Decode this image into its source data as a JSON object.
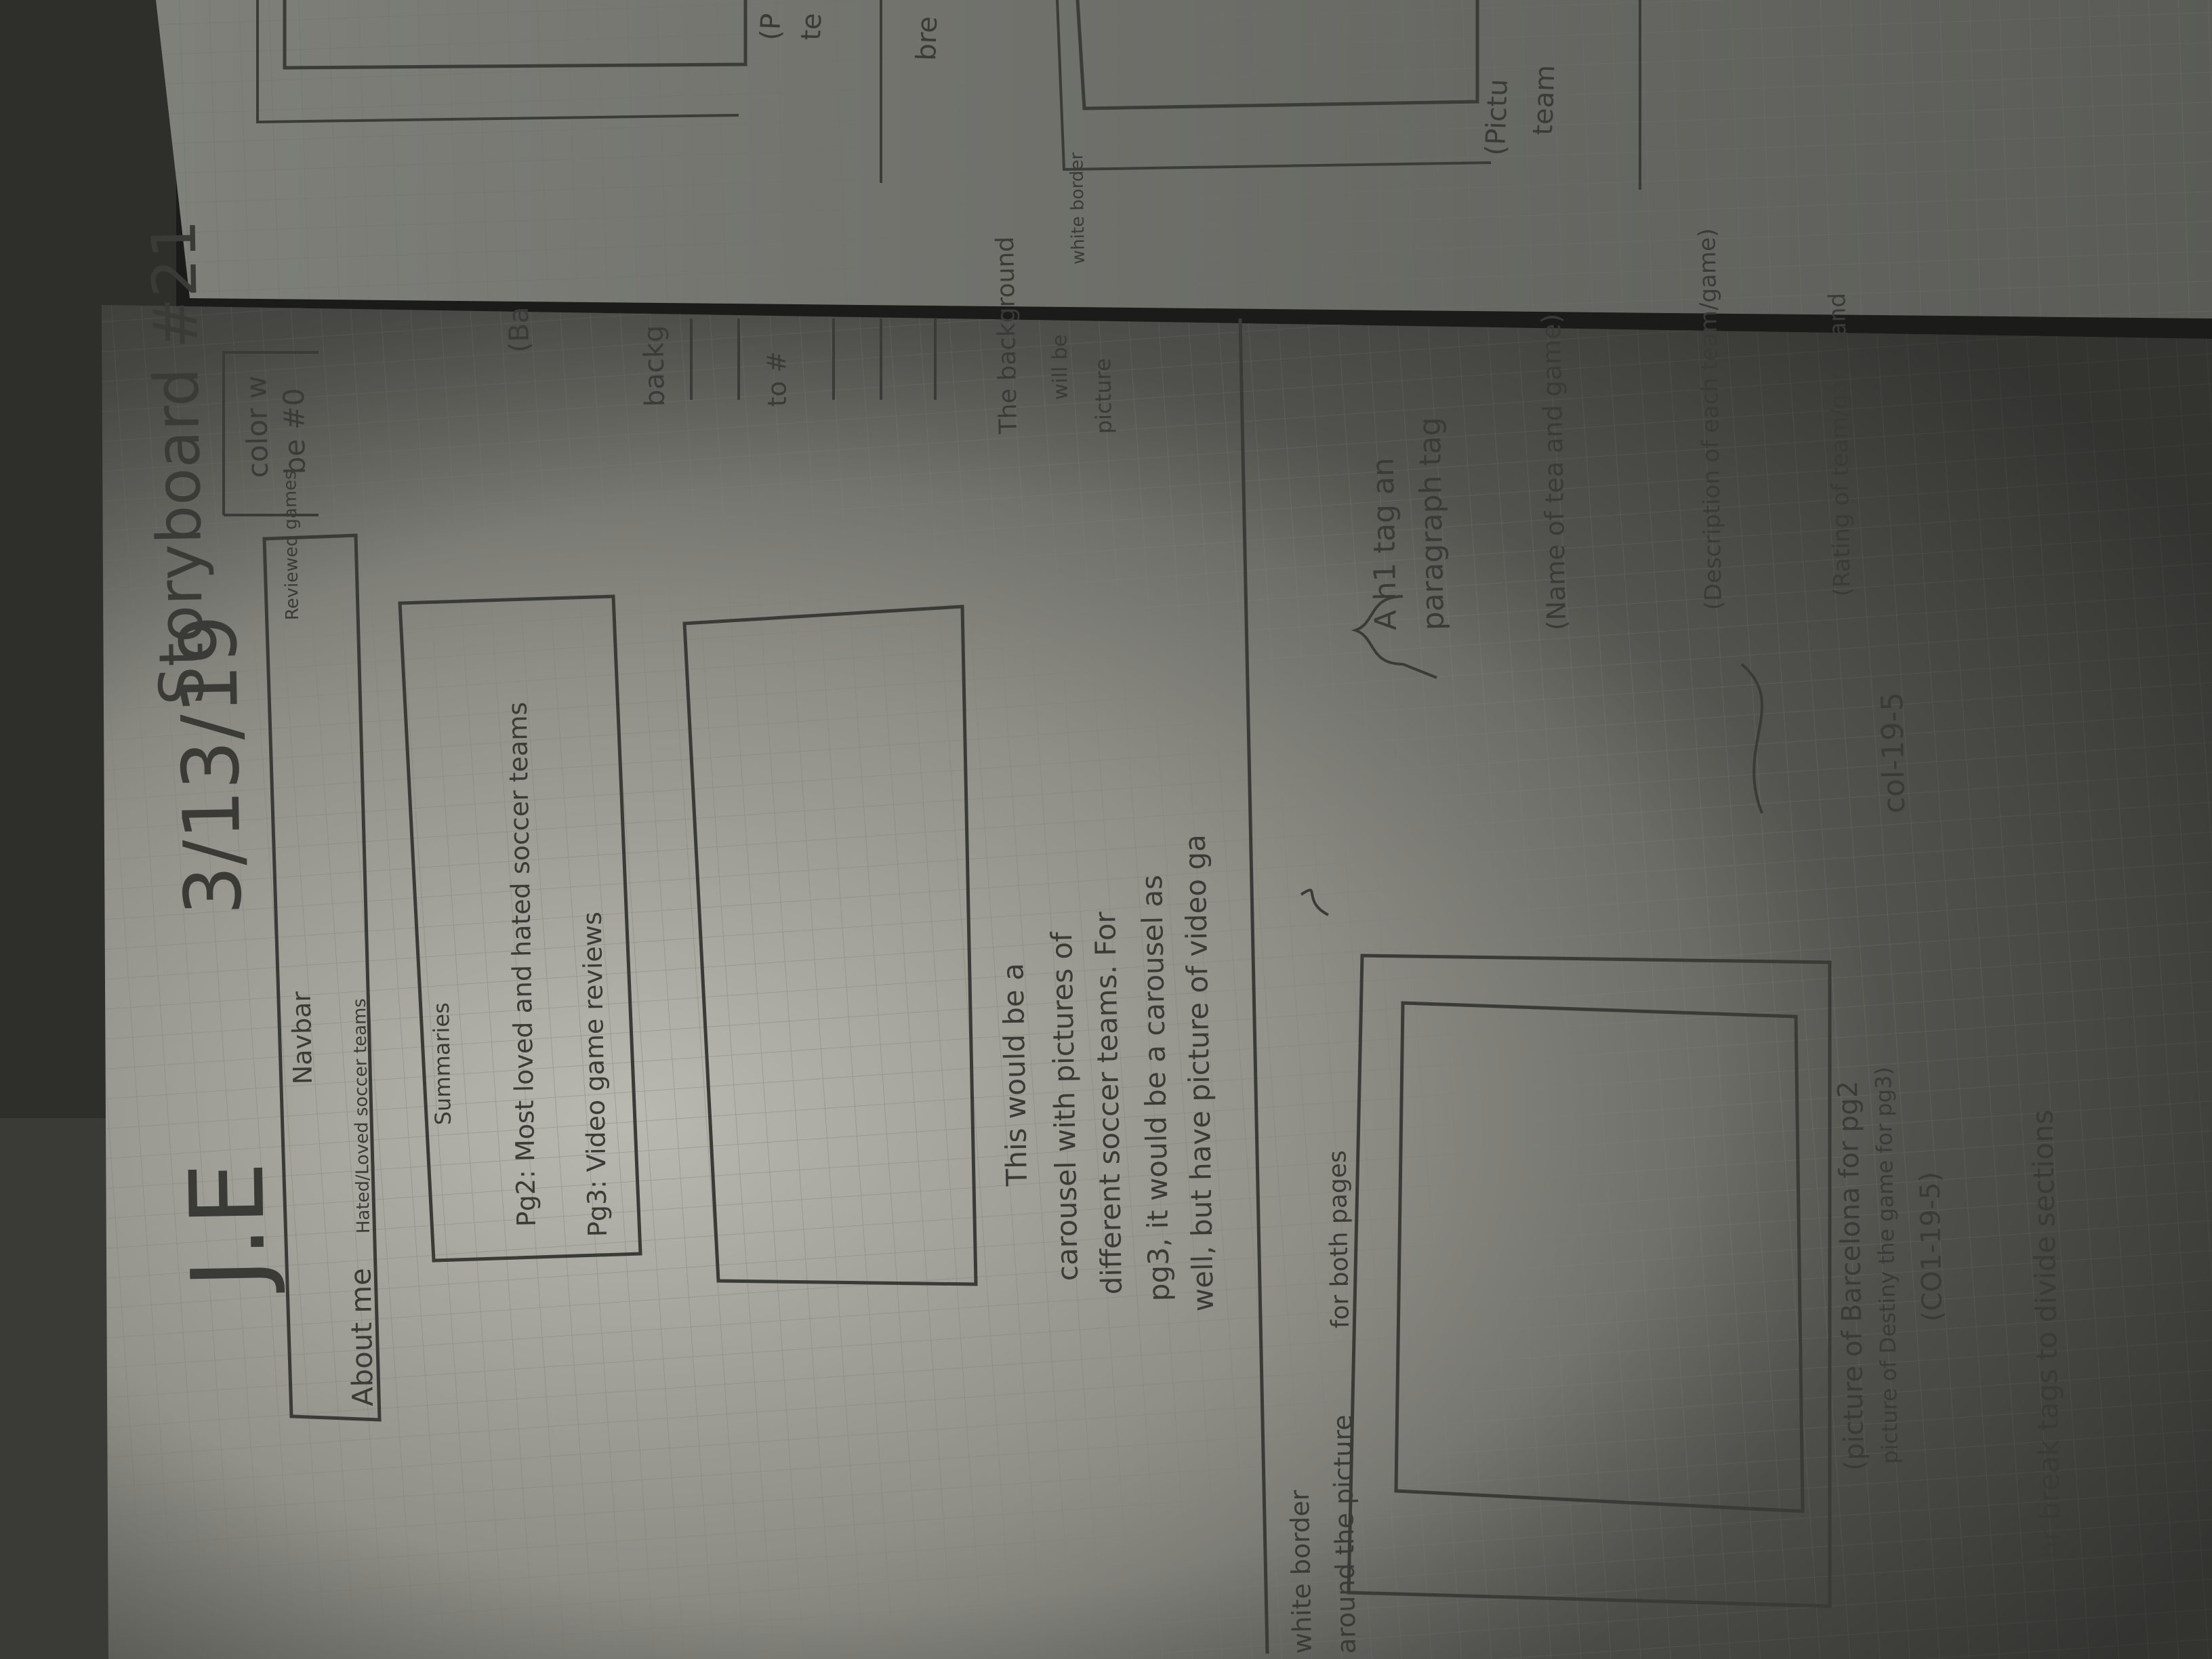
{
  "notebook": {
    "header": {
      "initials": "J.E",
      "date": "3/13/19",
      "title": "Storyboard #21"
    },
    "color_note": [
      "color w",
      "be #0"
    ],
    "navbar_box": {
      "title": "Navbar",
      "items": [
        "About me",
        "Hated/Loved soccer teams",
        "Reviewed games"
      ]
    },
    "summary_box": {
      "title": "Summaries",
      "lines": [
        "Pg2: Most loved and hated soccer teams",
        "Pg3: Video game reviews"
      ]
    },
    "carousel_note": [
      "This would be a",
      "carousel with pictures of",
      "different soccer teams. For",
      "pg3, it would be a carousel as",
      "well, but have picture of video ga"
    ],
    "right_margin_notes": [
      "(Ba",
      "backg",
      "to #",
      "The background",
      "will be",
      "picture",
      "white border"
    ],
    "h1_note": [
      "A h1 tag an",
      "paragraph tag"
    ],
    "bullet_notes": [
      "(Name of tea and game)",
      "(Description of each team/game)",
      "(Rating of team/game and"
    ],
    "border_note": [
      "white border",
      "around the picture"
    ],
    "border_note2": "for both pages",
    "picture_caption": [
      "(picture of Barcelona for pg2",
      "picture of Destiny the game for pg3)",
      "(CO1-19-5)"
    ],
    "col_note": "col-19-5",
    "hr_note": "hr break tags to divide sections",
    "top_page_notes": [
      "(P",
      "te",
      "bre",
      "(Pictu",
      "team"
    ]
  }
}
